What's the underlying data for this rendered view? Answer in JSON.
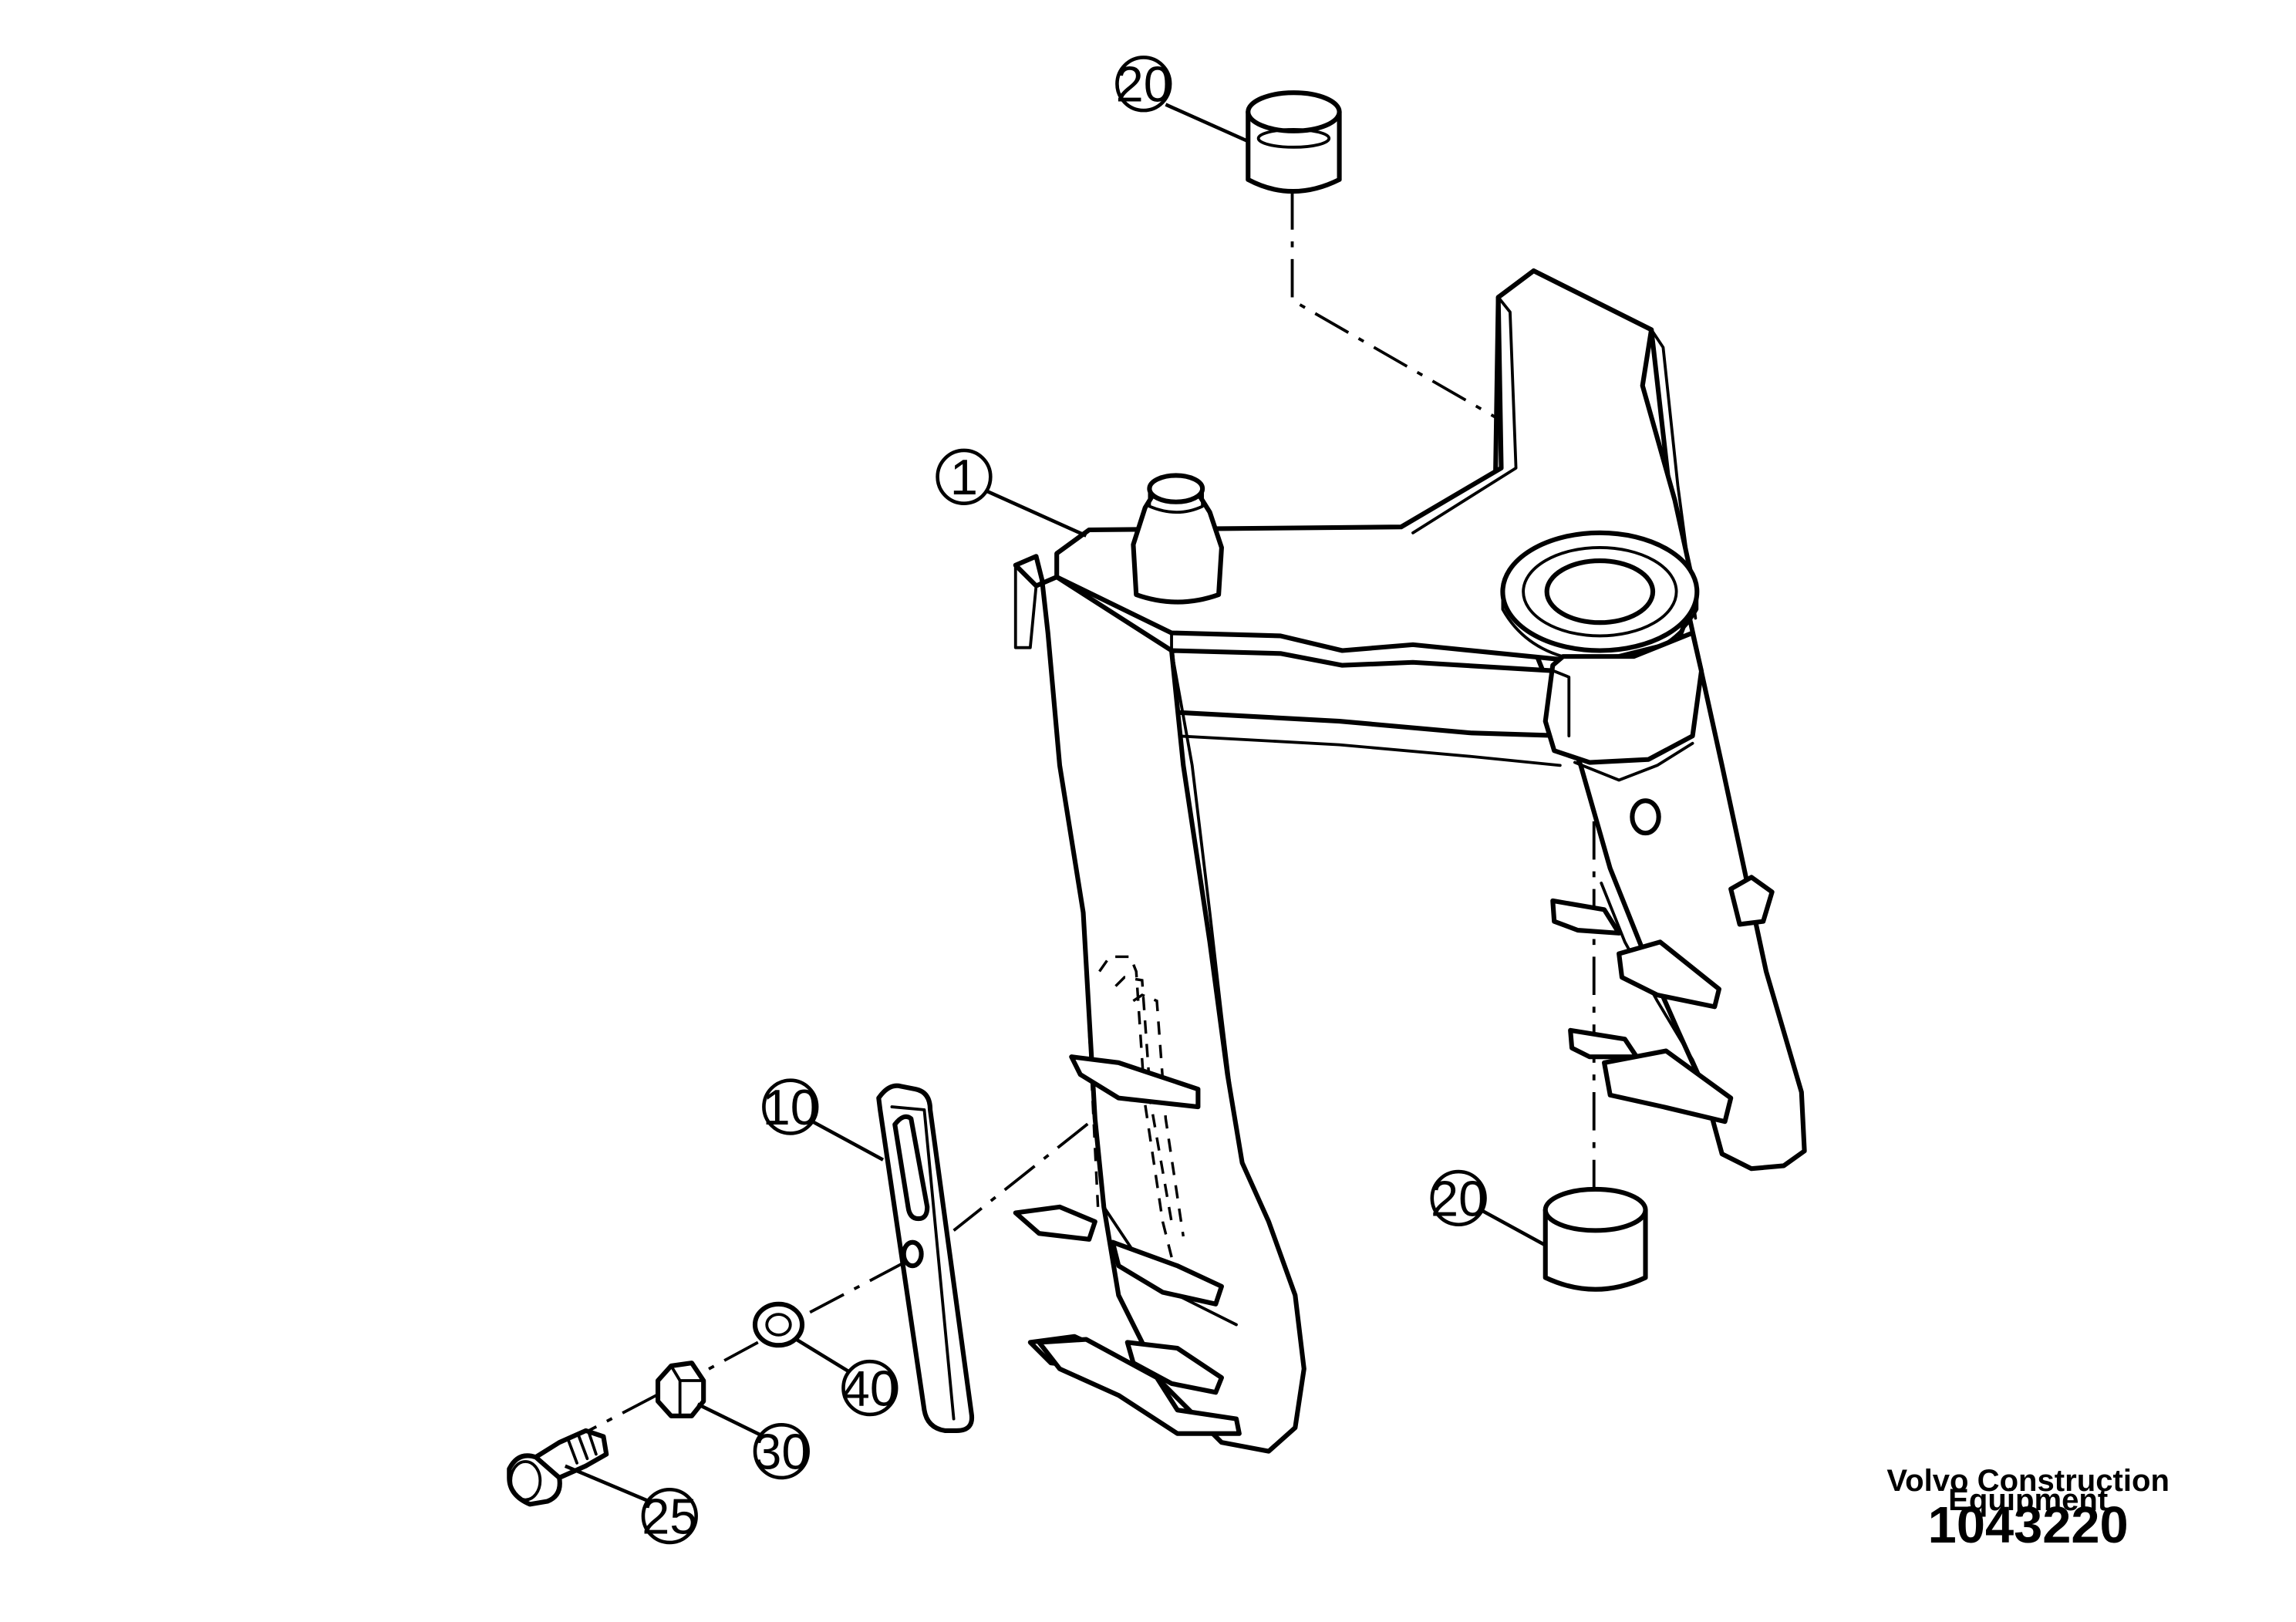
{
  "callouts": [
    {
      "id": "callout-20-top",
      "label": "20"
    },
    {
      "id": "callout-1",
      "label": "1"
    },
    {
      "id": "callout-10",
      "label": "10"
    },
    {
      "id": "callout-20-bottom",
      "label": "20"
    },
    {
      "id": "callout-40",
      "label": "40"
    },
    {
      "id": "callout-30",
      "label": "30"
    },
    {
      "id": "callout-25",
      "label": "25"
    }
  ],
  "footer": {
    "brand_line1": "Volvo Construction",
    "brand_line2": "Equipment",
    "drawing_number": "1043220"
  }
}
